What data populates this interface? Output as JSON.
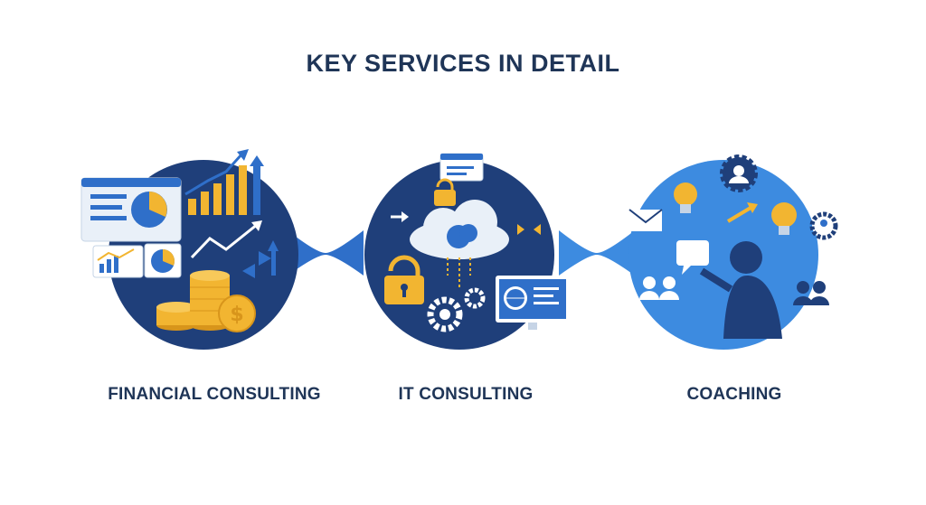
{
  "heading": {
    "title": "KEY SERVICES IN DETAIL"
  },
  "services": [
    {
      "label": "FINANCIAL CONSULTING",
      "icons": [
        "dashboard-icon",
        "bar-chart-icon",
        "line-chart-icon",
        "pie-chart-icon",
        "coin-stack-icon",
        "dollar-coin-icon",
        "growth-arrow-icon",
        "exchange-icon"
      ]
    },
    {
      "label": "IT CONSULTING",
      "icons": [
        "cloud-icon",
        "padlock-icon",
        "gear-icon",
        "monitor-globe-icon",
        "browser-window-icon",
        "sync-arrow-icon"
      ]
    },
    {
      "label": "COACHING",
      "icons": [
        "person-silhouette-icon",
        "lightbulb-icon",
        "gear-user-icon",
        "envelope-icon",
        "speech-bubble-icon",
        "audience-icon"
      ]
    }
  ],
  "colors": {
    "title": "#1f3557",
    "label": "#1f3557",
    "navy": "#1f3f7a",
    "blue": "#2f6fc9",
    "light_blue": "#3d8be0",
    "gold": "#f2b531",
    "gold_dark": "#d8951b",
    "white": "#ffffff"
  }
}
